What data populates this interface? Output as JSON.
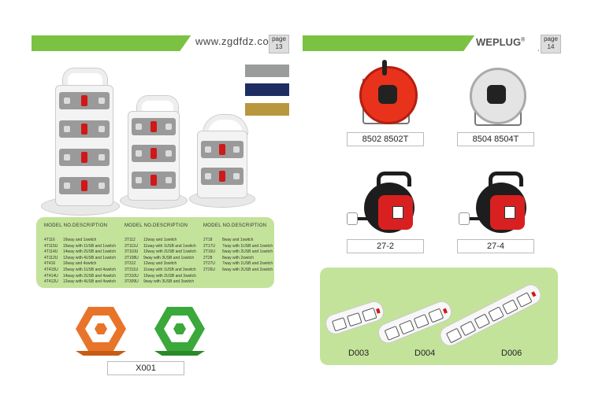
{
  "left_page": {
    "website": "www.zgdfdz.com",
    "page_label": "page",
    "page_number": "13",
    "swatch_colors": [
      "#9a9b9b",
      "#1e2e63",
      "#b8973e"
    ],
    "table": {
      "headers": [
        "MODEL NO.",
        "DESCRIPTION",
        "MODEL NO.",
        "DESCRIPTION",
        "MODEL NO.",
        "DESCRIPTION"
      ],
      "col1": [
        [
          "4T116",
          "16way and 1switch"
        ],
        [
          "4T115U",
          "15way with 1USB and 1switch"
        ],
        [
          "4T114U",
          "14way with 2USB and 1switch"
        ],
        [
          "4T112U",
          "12way with 4USB and 1switch"
        ],
        [
          "4T416",
          "16way and 4switch"
        ],
        [
          "4T415U",
          "15way with 1USB and 4switch"
        ],
        [
          "4T414U",
          "14way with 2USB and 4switch"
        ],
        [
          "4T412U",
          "12way with 4USB and 4switch"
        ]
      ],
      "col2": [
        [
          "3T112",
          "12way and 1switch"
        ],
        [
          "3T111U",
          "11way with 1USB and 1switch"
        ],
        [
          "3T110U",
          "10way with 2USB and 1switch"
        ],
        [
          "3T108U",
          "9way with 3USB and 1switch"
        ],
        [
          "3T312",
          "12way and 3switch"
        ],
        [
          "3T311U",
          "11way with 1USB and 3switch"
        ],
        [
          "3T310U",
          "10way with 2USB and 3switch"
        ],
        [
          "3T309U",
          "9way with 3USB and 3switch"
        ]
      ],
      "col3": [
        [
          "2T18",
          "8way and 1switch"
        ],
        [
          "2T17U",
          "7way with 1USB and 1switch"
        ],
        [
          "2T16U",
          "6way with 2USB and 1switch"
        ],
        [
          "2T28",
          "8way with 2switch"
        ],
        [
          "2T27U",
          "7way with 1USB and 2switch"
        ],
        [
          "2T26U",
          "6way with 2USB and 2switch"
        ]
      ]
    },
    "hex_label": "X001",
    "hex_colors": [
      "#e8742a",
      "#3aa83a"
    ]
  },
  "right_page": {
    "brand": "WEPLUG",
    "brand_mark": "®",
    "page_label": "page",
    "page_number": "14",
    "reels": [
      {
        "label": "8502   8502T",
        "color": "#e8321c"
      },
      {
        "label": "8504   8504T",
        "color": "#e4e4e4"
      }
    ],
    "cable_reels": [
      {
        "label": "27-2"
      },
      {
        "label": "27-4"
      }
    ],
    "strips": [
      {
        "label": "D003"
      },
      {
        "label": "D004"
      },
      {
        "label": "D006"
      }
    ]
  }
}
